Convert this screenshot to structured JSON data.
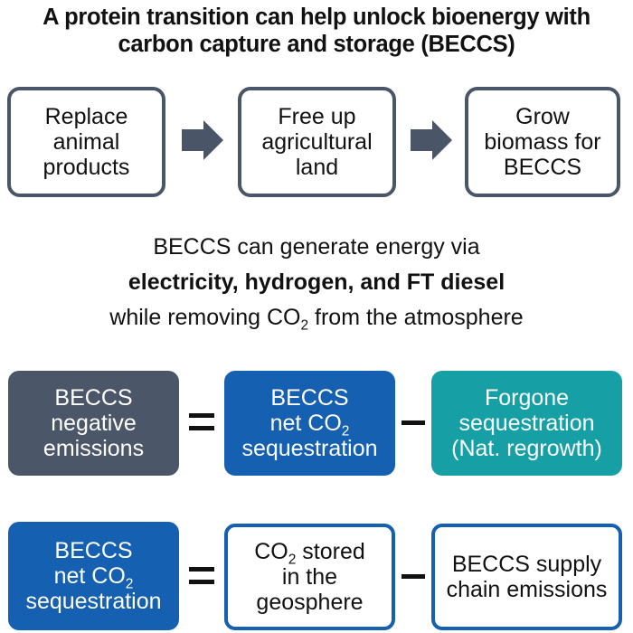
{
  "title": {
    "line1": "A protein transition can help unlock bioenergy with",
    "line2": "carbon capture and storage (BECCS)"
  },
  "flow": {
    "steps": [
      {
        "lines": [
          "Replace",
          "animal",
          "products"
        ]
      },
      {
        "lines": [
          "Free up",
          "agricultural",
          "land"
        ]
      },
      {
        "lines": [
          "Grow",
          "biomass for",
          "BECCS"
        ]
      }
    ],
    "arrow_icon": "right-arrow-icon"
  },
  "statement": {
    "line1": "BECCS can generate energy via",
    "line2_bold": "electricity, hydrogen, and FT diesel",
    "line3_pre": "while removing CO",
    "line3_sub": "2",
    "line3_post": " from the atmosphere"
  },
  "equation1": {
    "lhs": {
      "lines": [
        "BECCS",
        "negative",
        "emissions"
      ],
      "color": "#4b5769"
    },
    "operator1": "=",
    "term1": {
      "line1": "BECCS",
      "line2_pre": "net CO",
      "line2_sub": "2",
      "line3": "sequestration",
      "color": "#1560b0"
    },
    "operator2": "−",
    "term2": {
      "lines": [
        "Forgone",
        "sequestration",
        "(Nat. regrowth)"
      ],
      "color": "#16a0a6"
    }
  },
  "equation2": {
    "lhs": {
      "line1": "BECCS",
      "line2_pre": "net CO",
      "line2_sub": "2",
      "line3": "sequestration",
      "color": "#1560b0"
    },
    "operator1": "=",
    "term1": {
      "line1_pre": "CO",
      "line1_sub": "2",
      "line1_post": " stored",
      "line2": "in the",
      "line3": "geosphere",
      "border": "#1560b0"
    },
    "operator2": "−",
    "term2": {
      "lines": [
        "BECCS supply",
        "chain emissions"
      ],
      "border": "#1560b0"
    }
  }
}
